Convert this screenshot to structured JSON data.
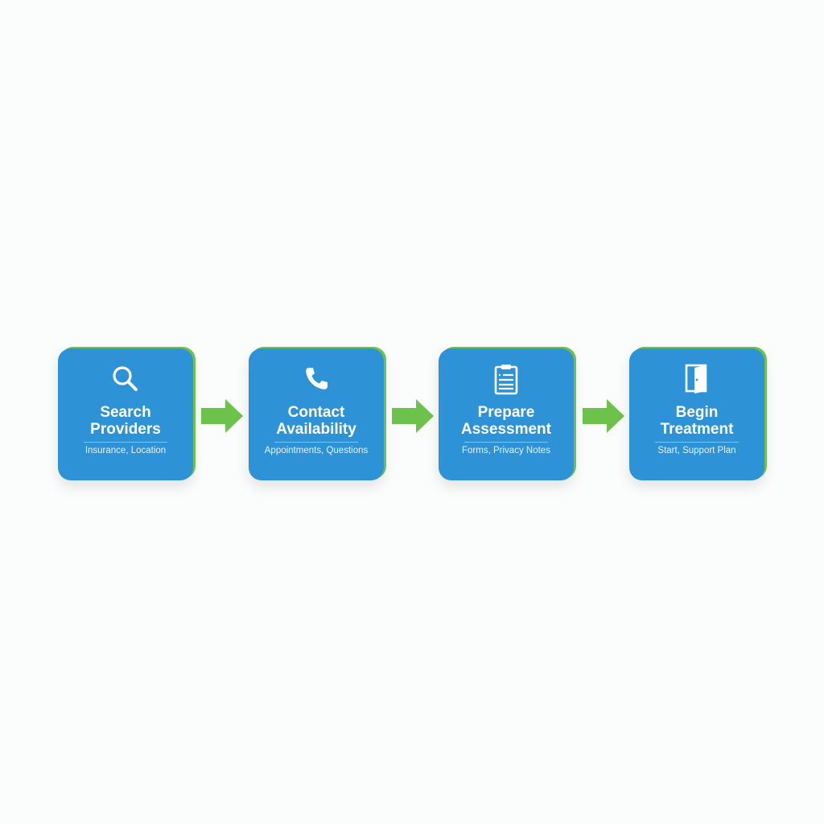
{
  "colors": {
    "card": "#2d93d6",
    "accent": "#6cc24a",
    "background": "#fbfcfc",
    "text": "#ffffff"
  },
  "steps": [
    {
      "icon": "search-icon",
      "title_line1": "Search",
      "title_line2": "Providers",
      "subtitle": "Insurance, Location"
    },
    {
      "icon": "phone-icon",
      "title_line1": "Contact",
      "title_line2": "Availability",
      "subtitle": "Appointments, Questions"
    },
    {
      "icon": "clipboard-icon",
      "title_line1": "Prepare",
      "title_line2": "Assessment",
      "subtitle": "Forms, Privacy Notes"
    },
    {
      "icon": "door-icon",
      "title_line1": "Begin",
      "title_line2": "Treatment",
      "subtitle": "Start, Support Plan"
    }
  ],
  "connectors": [
    {
      "icon": "arrow-right-icon"
    },
    {
      "icon": "arrow-right-icon"
    },
    {
      "icon": "arrow-right-icon"
    }
  ]
}
